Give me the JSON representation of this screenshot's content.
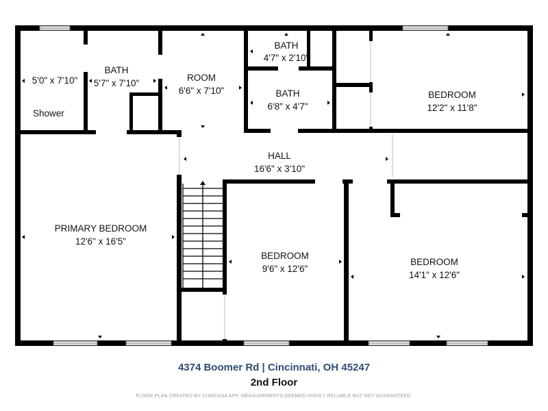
{
  "rooms": {
    "shower_bath": {
      "dims": "5'0\" x 7'10\"",
      "sub": "Shower"
    },
    "bath1": {
      "label": "BATH",
      "dims": "5'7\" x 7'10\""
    },
    "room": {
      "label": "ROOM",
      "dims": "6'6\" x 7'10\""
    },
    "bath2": {
      "label": "BATH",
      "dims": "4'7\" x 2'10\""
    },
    "bath3": {
      "label": "BATH",
      "dims": "6'8\" x 4'7\""
    },
    "bedroom_ne": {
      "label": "BEDROOM",
      "dims": "12'2\" x 11'8\""
    },
    "hall": {
      "label": "HALL",
      "dims": "16'6\" x 3'10\""
    },
    "primary": {
      "label": "PRIMARY BEDROOM",
      "dims": "12'6\" x 16'5\""
    },
    "bedroom_mid": {
      "label": "BEDROOM",
      "dims": "9'6\" x 12'6\""
    },
    "bedroom_se": {
      "label": "BEDROOM",
      "dims": "14'1\" x 12'6\""
    }
  },
  "footer": {
    "address": "4374 Boomer Rd | Cincinnati, OH 45247",
    "floor": "2nd Floor",
    "disclaimer": "FLOOR PLAN CREATED BY CUBICASA APP. MEASUREMENTS DEEMED HIGHLY RELIABLE BUT NOT GUARANTEED."
  },
  "colors": {
    "wall": "#000000",
    "address": "#2f4d74"
  }
}
